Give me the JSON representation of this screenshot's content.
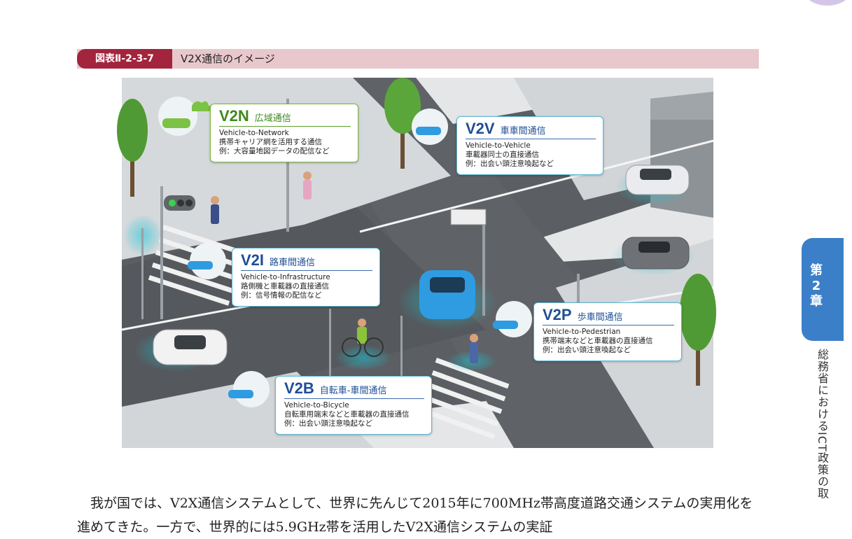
{
  "figure": {
    "number": "図表Ⅱ-2-3-7",
    "title": "V2X通信のイメージ"
  },
  "callouts": {
    "v2n": {
      "code": "V2N",
      "jp": "広域通信",
      "lines": [
        "Vehicle-to-Network",
        "携帯キャリア網を活用する通信",
        "例：大容量地図データの配信など"
      ]
    },
    "v2v": {
      "code": "V2V",
      "jp": "車車間通信",
      "lines": [
        "Vehicle-to-Vehicle",
        "車載器同士の直接通信",
        "例：出会い頭注意喚起など"
      ]
    },
    "v2i": {
      "code": "V2I",
      "jp": "路車間通信",
      "lines": [
        "Vehicle-to-Infrastructure",
        "路側機と車載器の直接通信",
        "例：信号情報の配信など"
      ]
    },
    "v2p": {
      "code": "V2P",
      "jp": "歩車間通信",
      "lines": [
        "Vehicle-to-Pedestrian",
        "携帯端末などと車載器の直接通信",
        "例：出会い頭注意喚起など"
      ]
    },
    "v2b": {
      "code": "V2B",
      "jp": "自転車-車間通信",
      "lines": [
        "Vehicle-to-Bicycle",
        "自転車用端末などと車載器の直接通信",
        "例：出会い頭注意喚起など"
      ]
    }
  },
  "chapter_tab": {
    "label1": "第",
    "label2": "2",
    "label3": "章"
  },
  "side_text": "総務省におけるICT政策の取",
  "body_text": "我が国では、V2X通信システムとして、世界に先んじて2015年に700MHz帯高度道路交通システムの実用化を進めてきた。一方で、世界的には5.9GHz帯を活用したV2X通信システムの実証",
  "colors": {
    "caption_accent": "#a3243d",
    "caption_bg": "#e8c8cc",
    "callout_blue": "#1f4e96",
    "callout_green": "#3d8a1c",
    "chapter_tab": "#3b7fc9"
  }
}
